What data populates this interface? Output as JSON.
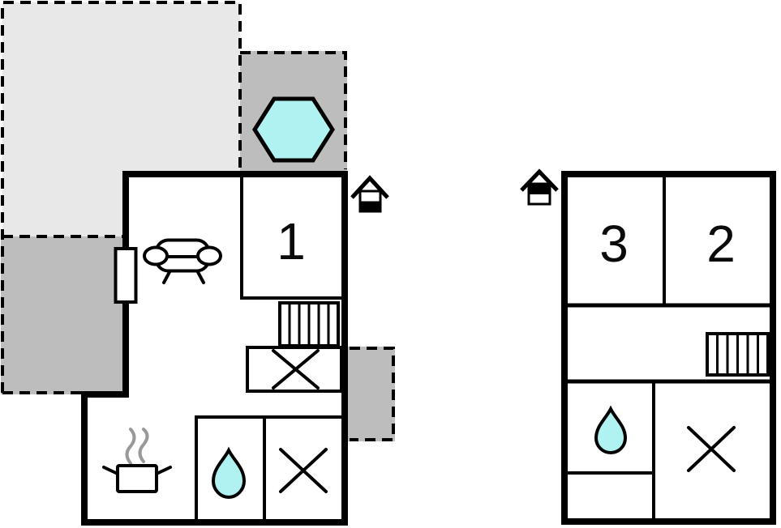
{
  "plans": {
    "ground_floor": {
      "rooms": {
        "living": {
          "label": "1"
        }
      },
      "icons": [
        "hot-tub-hexagon-icon",
        "sofa-icon",
        "stairs-icon",
        "table-cross-icon",
        "cooking-pot-icon",
        "water-drop-icon",
        "ground-floor-level-icon"
      ],
      "areas": [
        "terrace-light",
        "terrace-dark-hot-tub",
        "terrace-dark-left",
        "terrace-dark-right"
      ]
    },
    "upper_floor": {
      "rooms": {
        "bedroom_3": {
          "label": "3"
        },
        "bedroom_2": {
          "label": "2"
        }
      },
      "icons": [
        "stairs-icon",
        "water-drop-icon",
        "table-cross-icon",
        "upper-floor-level-icon"
      ]
    }
  },
  "colors": {
    "wall": "#000000",
    "terrace_light": "#e8e8e8",
    "terrace_dark": "#bdbdbd",
    "water": "#b0f2f2",
    "steam": "#999999",
    "background": "#ffffff"
  }
}
